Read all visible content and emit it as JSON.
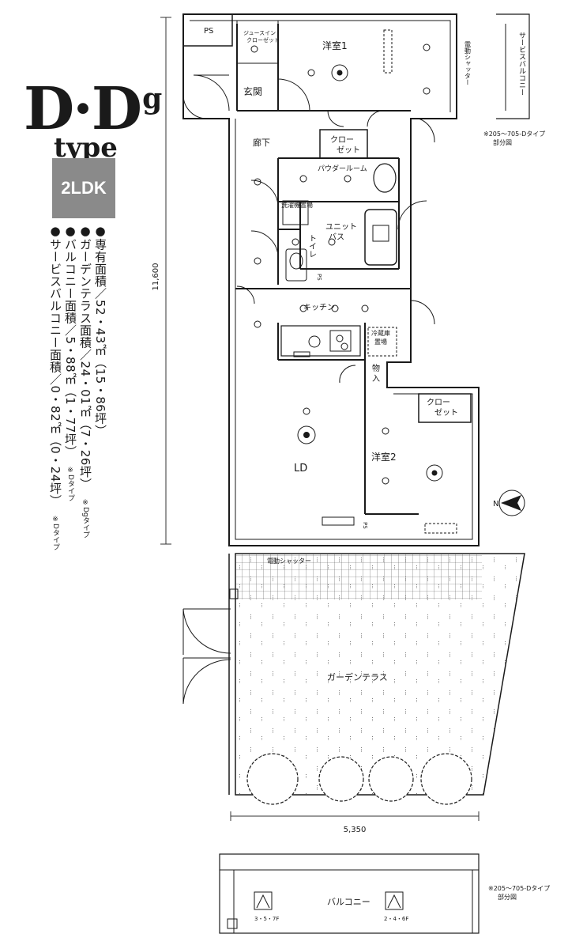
{
  "title": {
    "letters": "D·D",
    "superscript": "g",
    "word": "type"
  },
  "layout_badge": "2LDK",
  "areas": [
    {
      "bullets": "●",
      "text": "専有面積／52・43㎡（15・86坪）",
      "note": ""
    },
    {
      "bullets": "●",
      "text": "ガーデンテラス面積／24・01㎡（7・26坪）",
      "note": "※Dgタイプ"
    },
    {
      "bullets": "●",
      "text": "バルコニー面積／5・88㎡（1・77坪）",
      "note": "※Dタイプ"
    },
    {
      "bullets": "●",
      "text": "サービスバルコニー面積／0・82㎡（0・24坪）",
      "note": "※Dタイプ"
    }
  ],
  "dimensions": {
    "height": "11,600",
    "width": "5,350"
  },
  "rooms": {
    "western1": "洋室1",
    "western2": "洋室2",
    "entrance": "玄関",
    "corridor": "廊下",
    "closet1": "クロー\nゼット",
    "closet2": "クロー\nゼット",
    "powder": "パウダールーム",
    "laundry": "洗濯機置場",
    "bath": "ユニット\nバス",
    "toilet": "トイレ",
    "kitchen": "キッチン",
    "fridge": "冷蔵庫\n置場",
    "storage": "物\n入",
    "ld": "LD",
    "garden": "ガーデンテラス",
    "balcony": "バルコニー",
    "walkin": "ジュースイン\nクローゼット",
    "ps1": "PS",
    "ps2": "PS",
    "ps3": "PS",
    "shutter1": "電動シャッター",
    "shutter2": "電動シャッター",
    "service_balcony": "サービスバルコニー"
  },
  "notes": {
    "partial1": "※205〜705-Dタイプ\n部分図",
    "partial2": "※205〜705-Dタイプ\n部分図",
    "floors_left": "3・5・7F",
    "floors_right": "2・4・6F"
  },
  "compass": "N"
}
